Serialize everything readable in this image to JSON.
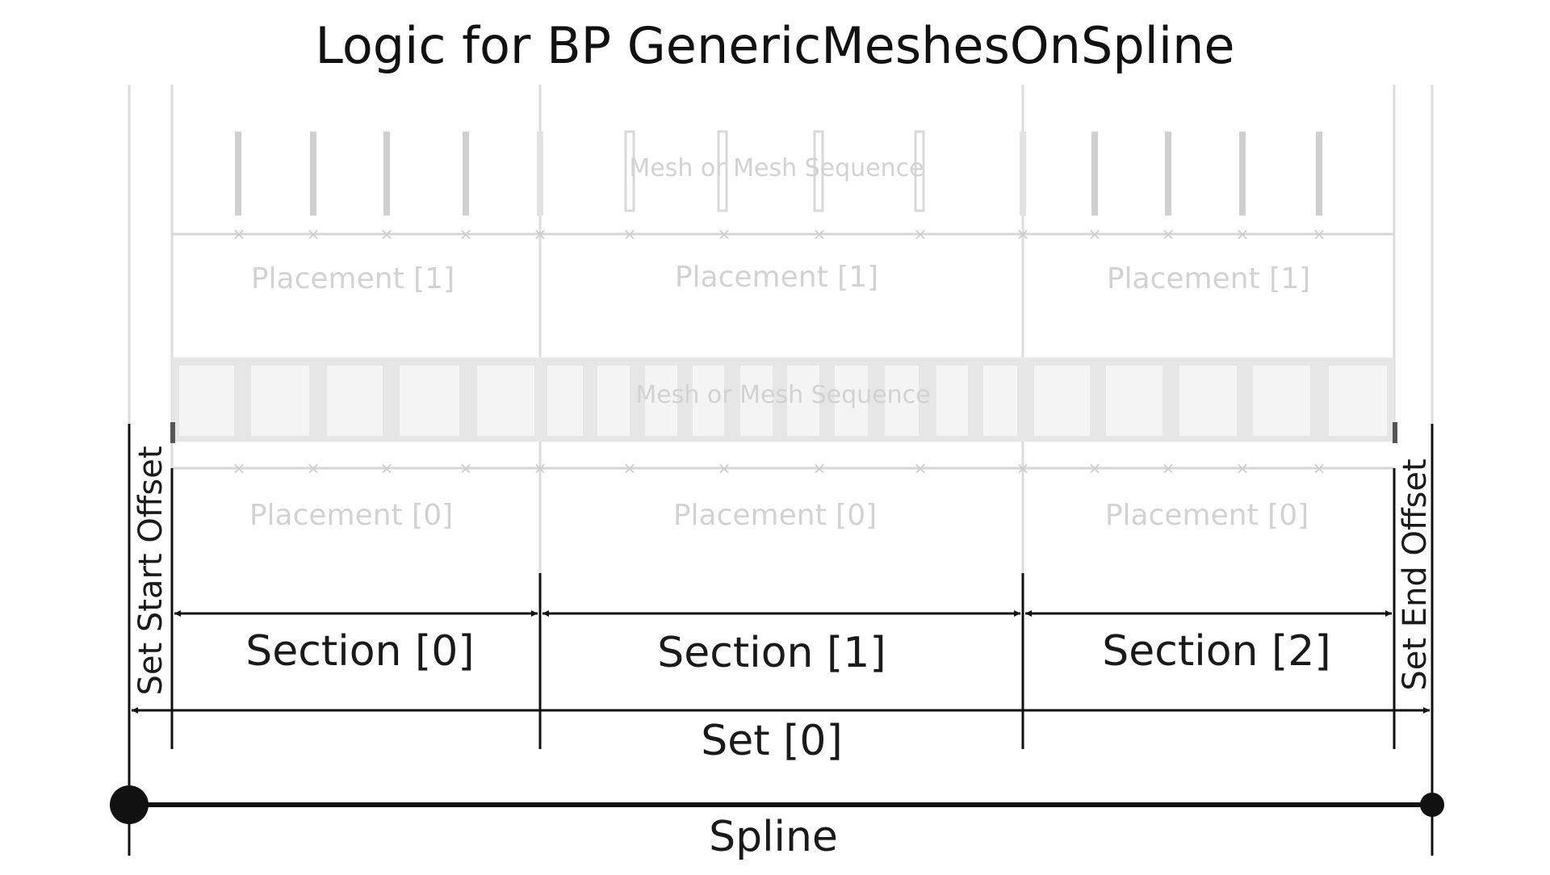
{
  "title": "Logic for BP GenericMeshesOnSpline",
  "mesh_label_top": "Mesh or Mesh Sequence",
  "mesh_label_bottom": "Mesh or Mesh Sequence",
  "placements_top": [
    "Placement [1]",
    "Placement [1]",
    "Placement [1]"
  ],
  "placements_bottom": [
    "Placement [0]",
    "Placement [0]",
    "Placement [0]"
  ],
  "sections": [
    "Section [0]",
    "Section [1]",
    "Section [2]"
  ],
  "set_label": "Set [0]",
  "spline_label": "Spline",
  "start_offset_label": "Set Start Offset",
  "end_offset_label": "Set End Offset",
  "colors": {
    "ink": "#111111",
    "ghost_line": "#d9d9d9",
    "ghost_text": "#d2d2d2",
    "ghost_fill": "#f3f3f3"
  }
}
